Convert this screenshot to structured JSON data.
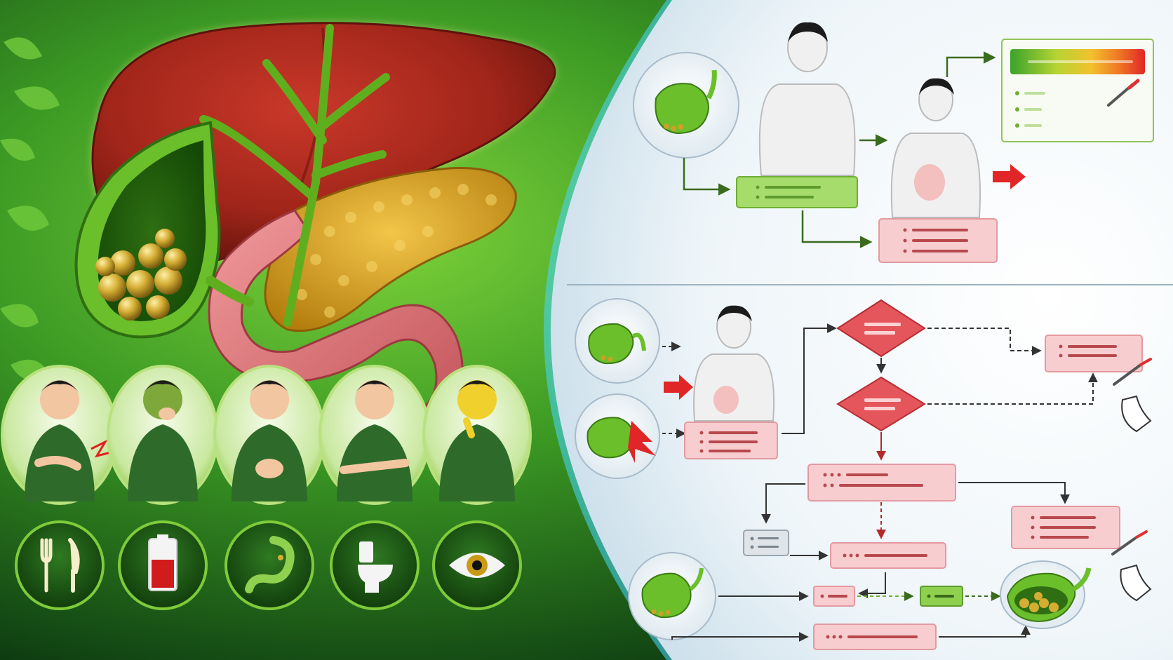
{
  "colors": {
    "bg_green_dark": "#0b3a12",
    "bg_green_light": "#5cb82e",
    "liver": "#a8281c",
    "liver_dark": "#6e1610",
    "gallbladder": "#5fae1e",
    "gallstone": "#c9a227",
    "pancreas": "#d9a21c",
    "intestine": "#e27a7e",
    "shirt": "#2e6b2a",
    "panel_bg": "#eef5f9",
    "accent_cyan": "#48d7ff",
    "green_box": "#8fd14f",
    "red_box": "#f5c3c6",
    "red_diamond": "#e04a50",
    "arrow_green": "#3a6b1d",
    "arrow_dark": "#333333"
  },
  "symptoms": [
    {
      "id": "abdominal-pain",
      "icon": "fork-knife-icon"
    },
    {
      "id": "nausea",
      "icon": "battery-low-icon"
    },
    {
      "id": "bloating",
      "icon": "stomach-icon"
    },
    {
      "id": "chills",
      "icon": "toilet-icon"
    },
    {
      "id": "jaundice",
      "icon": "eye-icon"
    }
  ]
}
